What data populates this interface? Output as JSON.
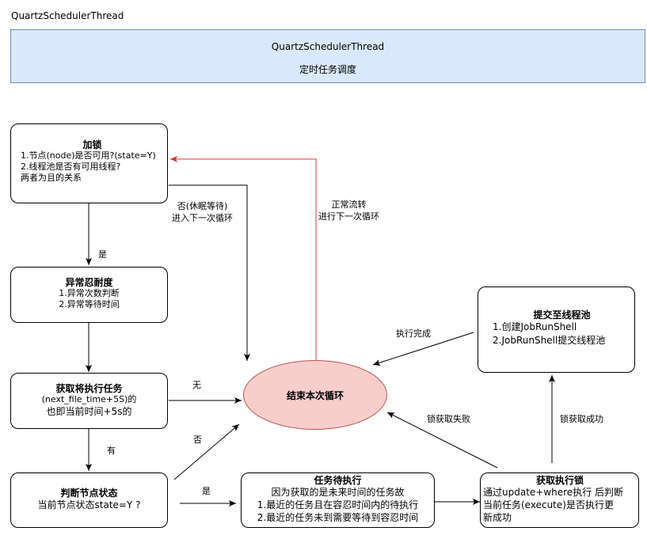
{
  "top_label": "QuartzSchedulerThread",
  "header": {
    "title": "QuartzSchedulerThread",
    "subtitle": "定时任务调度"
  },
  "nodes": {
    "lock": {
      "title": "加锁",
      "lines": [
        "1.节点(node)是否可用?(state=Y)",
        "2.线程池是否有可用线程?",
        "两者为且的关系"
      ]
    },
    "tolerance": {
      "title": "异常忍耐度",
      "lines": [
        "1.异常次数判断",
        "2.异常等待时间"
      ]
    },
    "fetch": {
      "title": "获取将执行任务",
      "lines": [
        "(next_file_time+5S)的",
        "也即当前时间+5s的"
      ]
    },
    "judge": {
      "title": "判断节点状态",
      "lines": [
        "当前节点状态state=Y ?"
      ]
    },
    "wait": {
      "title": "任务待执行",
      "lines": [
        "因为获取的是未来时间的任务故",
        "1.最近的任务且在容忍时间内的待执行",
        "2.最近的任务未到需要等待到容忍时间"
      ]
    },
    "acquire": {
      "title": "获取执行锁",
      "lines": [
        "通过update+where执行 后判断",
        "当前任务(execute)是否执行更",
        "新成功"
      ]
    },
    "submit": {
      "title": "提交至线程池",
      "lines": [
        "1.创建JobRunShell",
        "2.JobRunShell提交线程池"
      ]
    },
    "end": {
      "title": "结束本次循环"
    }
  },
  "edge_labels": {
    "no_sleep": [
      "否(休眠等待)",
      "进入下一次循环"
    ],
    "yes1": "是",
    "normal": [
      "正常流转",
      "进行下一次循环"
    ],
    "done": "执行完成",
    "none": "无",
    "has": "有",
    "no": "否",
    "yes2": "是",
    "lock_fail": "锁获取失败",
    "lock_ok": "锁获取成功"
  },
  "colors": {
    "header_fill": "#dae8fc",
    "header_stroke": "#6c8ebf",
    "end_fill": "#f8cecc",
    "end_stroke": "#b85450",
    "red_arrow": "#e0302e"
  }
}
